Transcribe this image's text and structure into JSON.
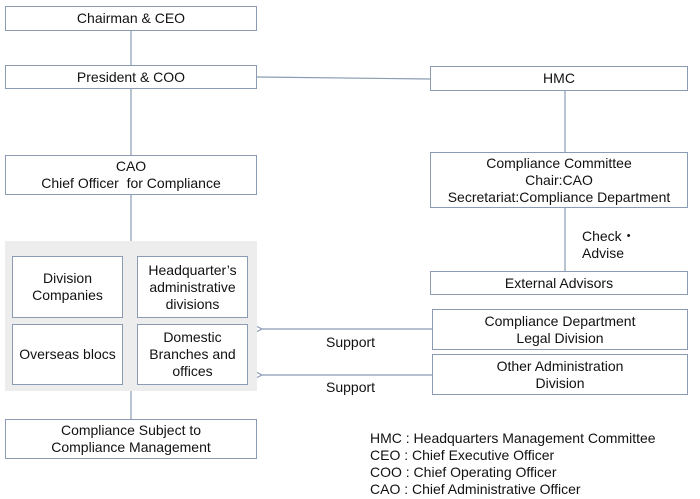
{
  "nodes": {
    "chairman": [
      "Chairman & CEO"
    ],
    "president": [
      "President & COO"
    ],
    "hmc": [
      "HMC"
    ],
    "cao": [
      "CAO",
      "Chief Officer  for Compliance"
    ],
    "committee": [
      "Compliance Committee",
      "Chair:CAO",
      "Secretariat:Compliance Department"
    ],
    "external": [
      "External Advisors"
    ],
    "compliance_dept": [
      "Compliance Department",
      "Legal Division"
    ],
    "other_admin": [
      "Other Administration",
      "Division"
    ],
    "division": [
      "Division",
      "Companies"
    ],
    "hq": [
      "Headquarter’s",
      "administrative",
      "divisions"
    ],
    "overseas": [
      "Overseas blocs"
    ],
    "domestic": [
      "Domestic",
      "Branches and",
      "offices"
    ],
    "subject": [
      "Compliance Subject to",
      "Compliance Management"
    ]
  },
  "labels": {
    "check_advise": [
      "Check・",
      "Advise"
    ],
    "support_1": "Support",
    "support_2": "Support"
  },
  "legend": [
    "HMC : Headquarters Management Committee",
    "CEO : Chief Executive Officer",
    "COO : Chief Operating Officer",
    "CAO : Chief Administrative Officer"
  ],
  "colors": {
    "border": "#8a9bb3",
    "line": "#8a9bb3",
    "group_bg": "#ededed"
  }
}
